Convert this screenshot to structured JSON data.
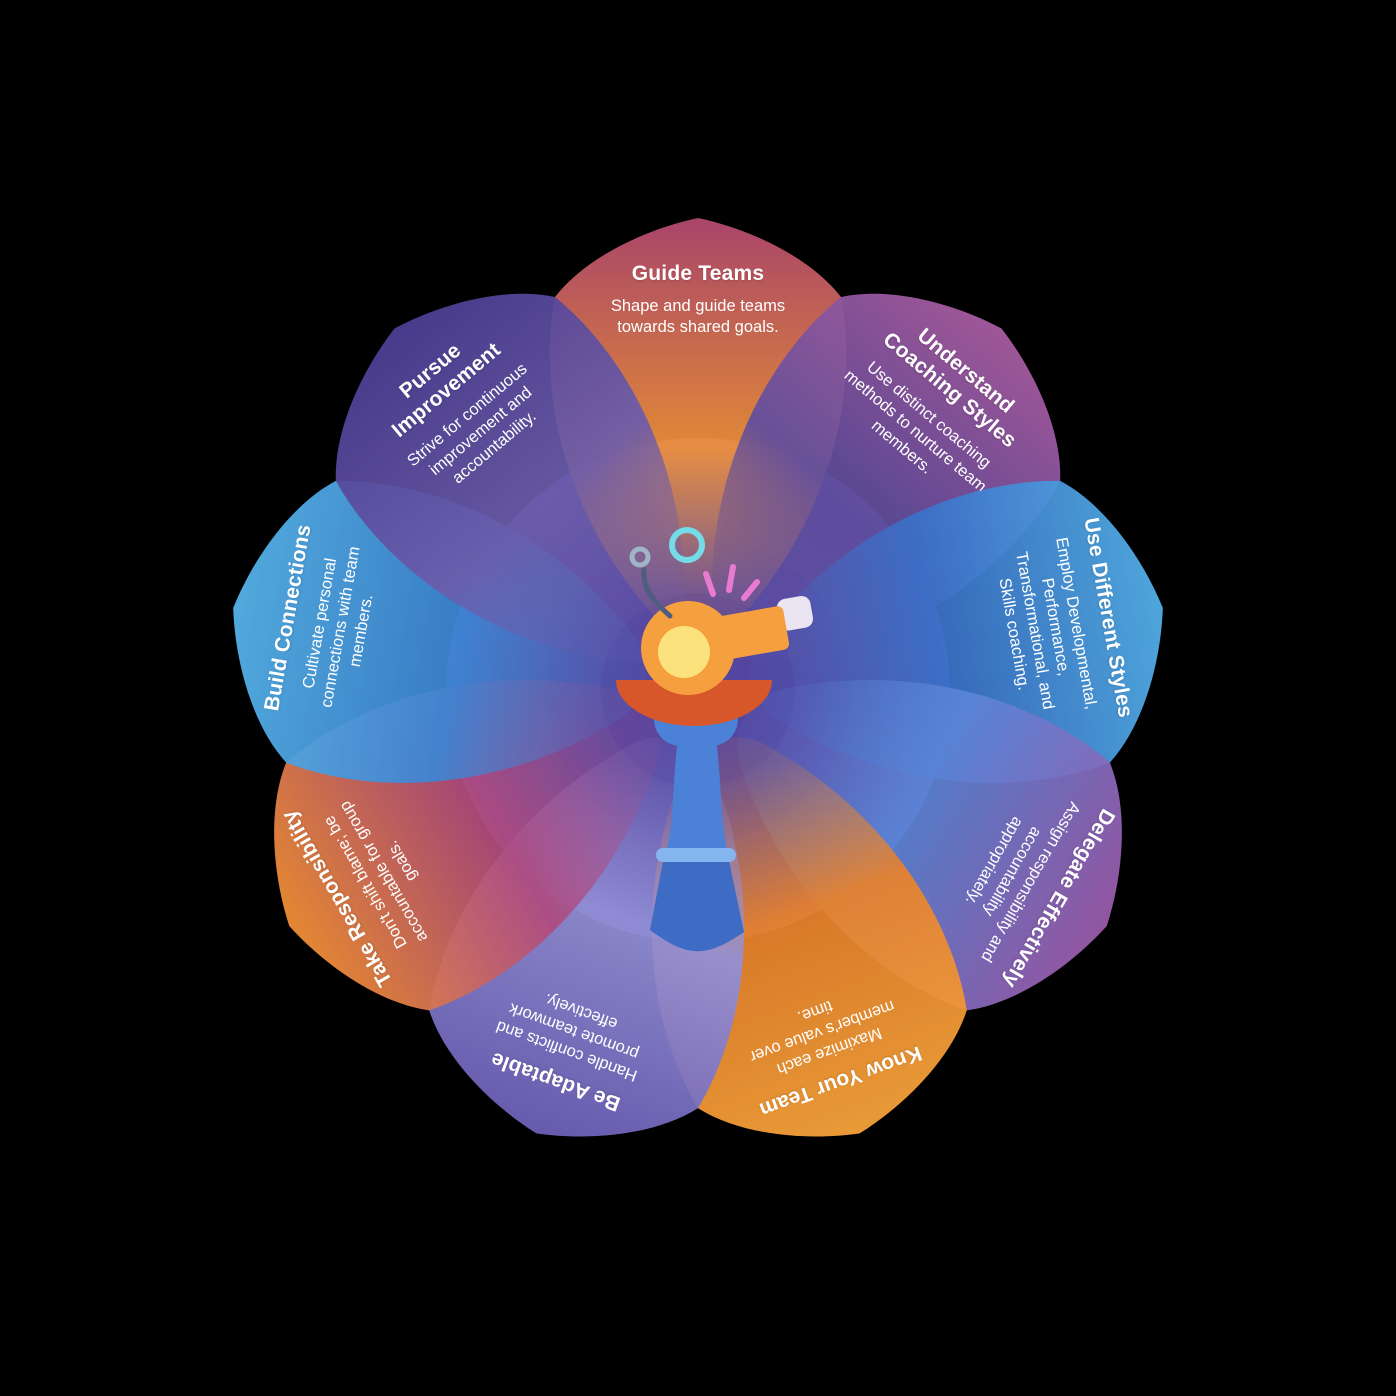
{
  "diagram": {
    "petals": [
      {
        "title": "Guide Teams",
        "desc": "Shape and guide teams towards shared goals.",
        "color_outer": "#b2486f",
        "color_inner": "#f1923c"
      },
      {
        "title": "Understand Coaching Styles",
        "desc": "Use distinct coaching methods to nurture team members.",
        "color_outer": "#a85b9f",
        "color_inner": "#5f4d9e"
      },
      {
        "title": "Use Different Styles",
        "desc": "Employ Developmental, Performance, Transformational, and Skills coaching.",
        "color_outer": "#52aee7",
        "color_inner": "#3a70c8"
      },
      {
        "title": "Delegate Effectively",
        "desc": "Assign responsibility and accountability appropriately.",
        "color_outer": "#9a5aa9",
        "color_inner": "#5b85d8"
      },
      {
        "title": "Know Your Team",
        "desc": "Maximize each member's value over time.",
        "color_outer": "#f5a23a",
        "color_inner": "#e8822c"
      },
      {
        "title": "Be Adaptable",
        "desc": "Handle conflicts and promote teamwork effectively.",
        "color_outer": "#6c5fb6",
        "color_inner": "#9390d8"
      },
      {
        "title": "Take Responsibility",
        "desc": "Don't shift blame; be accountable for group goals.",
        "color_outer": "#f08e35",
        "color_inner": "#ae4a80"
      },
      {
        "title": "Build Connections",
        "desc": "Cultivate personal connections with team members.",
        "color_outer": "#55b2e8",
        "color_inner": "#3d85d4"
      },
      {
        "title": "Pursue Improvement",
        "desc": "Strive for continuous improvement and accountability.",
        "color_outer": "#4c3e92",
        "color_inner": "#6c5cab"
      }
    ],
    "center_icon": {
      "name": "whistle-icon",
      "colors": {
        "whistle": "#f59f3e",
        "whistle_inner": "#fbe27d",
        "mouthpiece": "#ebe5f2",
        "dish": "#d7572b",
        "hand": "#4b82d8",
        "sleeve": "#3e6cc4",
        "cuff": "#85b5ee",
        "cord": "#4f5d80",
        "cord_ring": "#74dbe8",
        "accent": "#e87bd0"
      }
    }
  }
}
